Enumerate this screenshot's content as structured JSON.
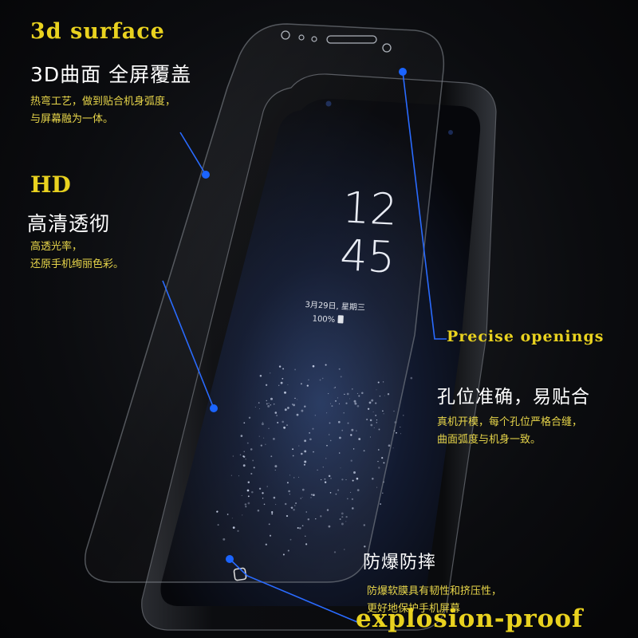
{
  "phone": {
    "clock_hours": "12",
    "clock_minutes": "45",
    "date_text": "3月29日, 星期三",
    "battery_text": "100%"
  },
  "features": [
    {
      "en": "3d surface",
      "cn_title": "3D曲面  全屏覆盖",
      "cn_desc": [
        "热弯工艺，做到贴合机身弧度，",
        "与屏幕融为一体。"
      ]
    },
    {
      "en": "HD",
      "cn_title": "高清透彻",
      "cn_desc": [
        "高透光率，",
        "还原手机绚丽色彩。"
      ]
    },
    {
      "en": "Precise openings",
      "cn_title": "孔位准确，易贴合",
      "cn_desc": [
        "真机开模，每个孔位严格合缝，",
        "曲面弧度与机身一致。"
      ]
    },
    {
      "en": "explosion-proof",
      "cn_title": "防爆防摔",
      "cn_desc": [
        "防爆软膜具有韧性和挤压性，",
        "更好地保护手机屏幕"
      ]
    }
  ],
  "colors": {
    "english_label": "#e9d21f",
    "chinese_desc": "#e8d64a",
    "chinese_title": "#ffffff",
    "leader_line": "#2a6bff",
    "background": "#0b0c0f"
  }
}
